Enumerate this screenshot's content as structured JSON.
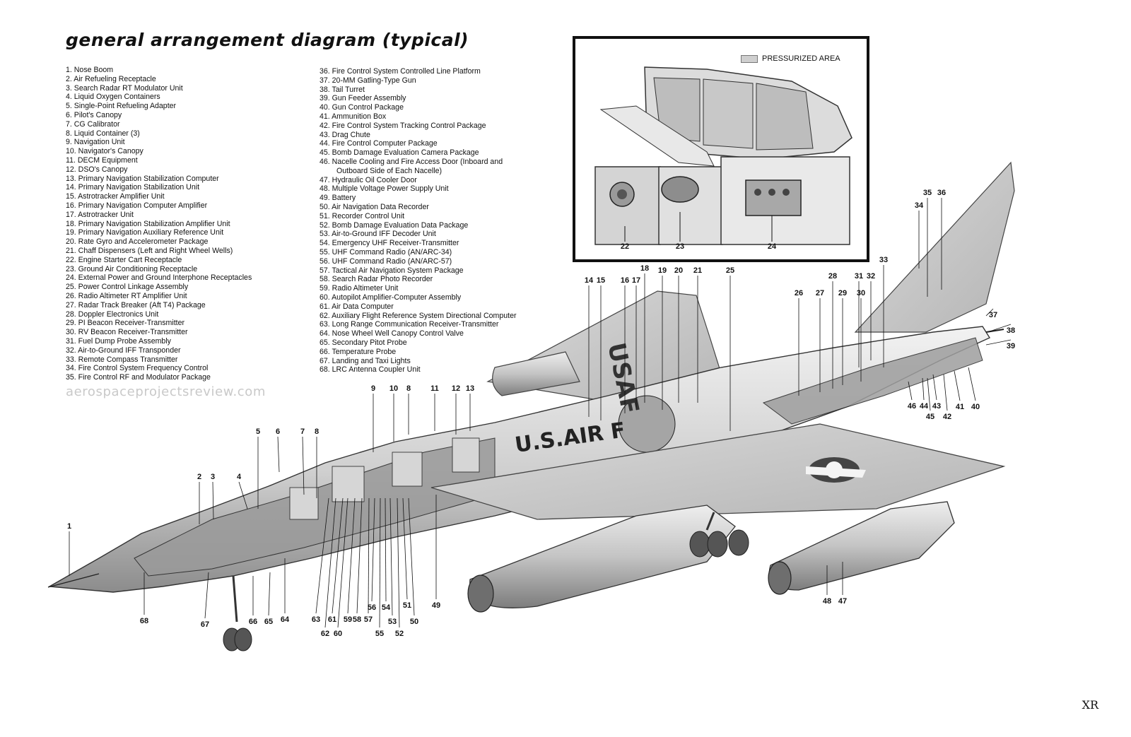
{
  "title": "general arrangement diagram (typical)",
  "legend_col1": [
    "1. Nose Boom",
    "2. Air Refueling Receptacle",
    "3. Search Radar RT Modulator Unit",
    "4. Liquid Oxygen Containers",
    "5. Single-Point Refueling Adapter",
    "6. Pilot's Canopy",
    "7. CG Calibrator",
    "8. Liquid Container (3)",
    "9. Navigation Unit",
    "10. Navigator's Canopy",
    "11. DECM Equipment",
    "12. DSO's Canopy",
    "13. Primary Navigation Stabilization Computer",
    "14. Primary Navigation Stabilization Unit",
    "15. Astrotracker Amplifier Unit",
    "16. Primary Navigation Computer Amplifier",
    "17. Astrotracker Unit",
    "18. Primary Navigation Stabilization Amplifier Unit",
    "19. Primary Navigation Auxiliary Reference Unit",
    "20. Rate Gyro and Accelerometer Package",
    "21. Chaff Dispensers (Left and Right Wheel Wells)",
    "22. Engine Starter Cart Receptacle",
    "23. Ground Air Conditioning Receptacle",
    "24. External Power and Ground Interphone Receptacles",
    "25. Power Control Linkage Assembly",
    "26. Radio Altimeter RT Amplifier Unit",
    "27. Radar Track Breaker (Aft T4) Package",
    "28. Doppler Electronics Unit",
    "29. PI Beacon Receiver-Transmitter",
    "30. RV Beacon Receiver-Transmitter",
    "31. Fuel Dump Probe Assembly",
    "32. Air-to-Ground IFF Transponder",
    "33. Remote Compass Transmitter",
    "34. Fire Control System Frequency Control",
    "35. Fire Control RF and Modulator Package"
  ],
  "legend_col2": [
    "36. Fire Control System Controlled Line Platform",
    "37. 20-MM Gatling-Type Gun",
    "38. Tail Turret",
    "39. Gun Feeder Assembly",
    "40. Gun Control Package",
    "41. Ammunition Box",
    "42. Fire Control System Tracking Control Package",
    "43. Drag Chute",
    "44. Fire Control Computer Package",
    "45. Bomb Damage Evaluation Camera Package",
    "46. Nacelle Cooling and Fire Access Door (Inboard and",
    "Outboard Side of Each Nacelle)",
    "47. Hydraulic Oil Cooler Door",
    "48. Multiple Voltage Power Supply Unit",
    "49. Battery",
    "50. Air Navigation Data Recorder",
    "51. Recorder Control Unit",
    "52. Bomb Damage Evaluation Data Package",
    "53. Air-to-Ground IFF Decoder Unit",
    "54. Emergency UHF Receiver-Transmitter",
    "55. UHF Command Radio (AN/ARC-34)",
    "56. UHF Command Radio (AN/ARC-57)",
    "57. Tactical Air Navigation System Package",
    "58. Search Radar Photo Recorder",
    "59. Radio Altimeter Unit",
    "60. Autopilot Amplifier-Computer Assembly",
    "61. Air Data Computer",
    "62. Auxiliary Flight Reference System Directional Computer",
    "63. Long Range Communication Receiver-Transmitter",
    "64. Nose Wheel Well Canopy Control Valve",
    "65. Secondary Pitot Probe",
    "66. Temperature Probe",
    "67. Landing and Taxi Lights",
    "68. LRC Antenna Coupler Unit"
  ],
  "watermark": "aerospaceprojectsreview.com",
  "page_mark": "XR",
  "inset": {
    "legend_label": "PRESSURIZED AREA",
    "callouts": [
      "22",
      "23",
      "24"
    ]
  },
  "aircraft_markings": {
    "fuselage": "U.S.AIR F",
    "wing": "USAF"
  },
  "callouts": [
    "1",
    "2",
    "3",
    "4",
    "5",
    "6",
    "7",
    "8",
    "8",
    "9",
    "10",
    "11",
    "12",
    "13",
    "14",
    "15",
    "16",
    "17",
    "18",
    "19",
    "20",
    "21",
    "25",
    "26",
    "27",
    "28",
    "29",
    "30",
    "31",
    "32",
    "33",
    "34",
    "35",
    "36",
    "37",
    "38",
    "39",
    "40",
    "41",
    "42",
    "43",
    "44",
    "45",
    "46",
    "47",
    "48",
    "49",
    "50",
    "51",
    "52",
    "53",
    "54",
    "55",
    "56",
    "57",
    "58",
    "59",
    "60",
    "61",
    "62",
    "63",
    "64",
    "65",
    "66",
    "67",
    "68"
  ],
  "colors": {
    "ink": "#111111",
    "metal_light": "#e6e6e6",
    "metal_mid": "#bdbdbd",
    "metal_dark": "#7a7a7a",
    "watermark": "#c9c9c9"
  }
}
